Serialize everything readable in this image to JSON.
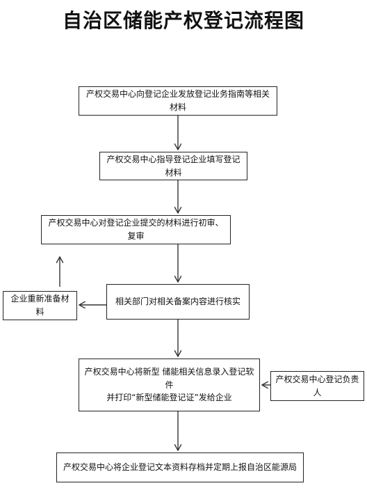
{
  "title": "自治区储能产权登记流程图",
  "steps": {
    "s1": "产权交易中心向登记企业发放登记业务指南等相关材料",
    "s2": "产权交易中心指导登记企业填写登记材料",
    "s3": "产权交易中心对登记企业提交的材料进行初审、复审",
    "s4": "相关部门对相关备案内容进行核实",
    "s5_line1": "产权交易中心将新型 储能相关信息录入登记软件",
    "s5_line2": "并打印“新型储能登记证”发给企业",
    "s6": "产权交易中心将企业登记文本资料存档并定期上报自治区能源局",
    "side_left": "企业重新准备材料",
    "side_right": "产权交易中心登记负责人"
  }
}
